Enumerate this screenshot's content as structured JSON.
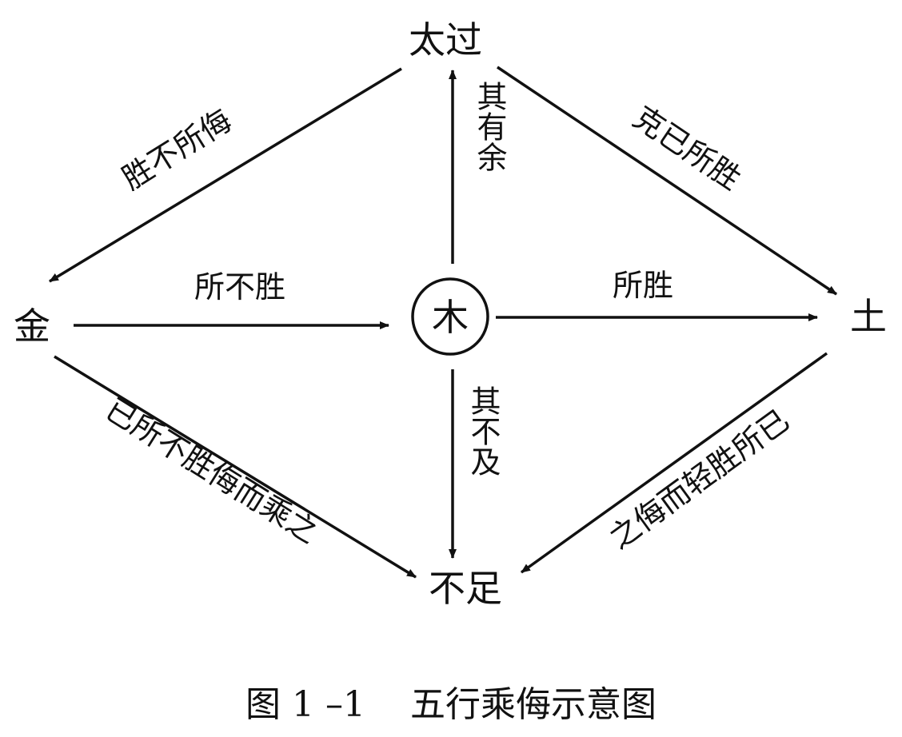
{
  "nodes": {
    "top": "太过",
    "left": "金",
    "center": "木",
    "right": "土",
    "bottom": "不足"
  },
  "edges": {
    "top_left": "胜不所侮",
    "top_right": "克已所胜",
    "center_left": "所不胜",
    "center_right": "所胜",
    "center_up": "其有余",
    "center_down": "其不及",
    "left_bottom": "已所不胜侮而乘之",
    "right_bottom": "之侮而轻胜所已"
  },
  "caption": "图 1 –1    五行乘侮示意图"
}
